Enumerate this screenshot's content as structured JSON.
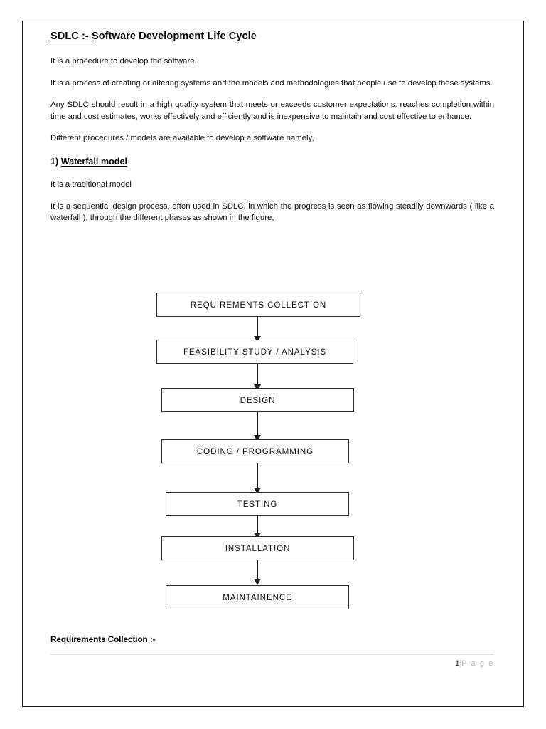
{
  "document": {
    "title_underlined": "SDLC :- ",
    "title_rest": "Software Development Life Cycle",
    "paragraphs": [
      "It is a procedure to develop the software.",
      "It is a process of creating or altering systems and the models and methodologies that people use to develop these systems.",
      "Any SDLC should result in a high quality system that meets or exceeds customer expectations, reaches completion within time and cost estimates, works effectively and efficiently and is inexpensive to maintain and cost effective to enhance.",
      "Different procedures / models are available to develop a software namely,"
    ],
    "subheading": {
      "number": "1) ",
      "underlined": "Waterfall model"
    },
    "paragraphs_after": [
      "It is a traditional model",
      "It is a sequential design process, often used in SDLC, in which the progress is seen as flowing steadily downwards ( like a waterfall ), through the different phases as shown in the figure,"
    ],
    "section_heading": "Requirements Collection :-"
  },
  "flowchart": {
    "type": "flow",
    "direction": "top-to-bottom",
    "steps": [
      {
        "label": "REQUIREMENTS  COLLECTION"
      },
      {
        "label": "FEASIBILITY STUDY / ANALYSIS"
      },
      {
        "label": "DESIGN"
      },
      {
        "label": "CODING / PROGRAMMING"
      },
      {
        "label": "TESTING"
      },
      {
        "label": "INSTALLATION"
      },
      {
        "label": "MAINTAINENCE"
      }
    ]
  },
  "footer": {
    "page_number": "1",
    "separator": "|",
    "page_word": "P a g e"
  },
  "colors": {
    "border": "#1a1a1a",
    "text": "#111111",
    "footer_text": "#b9b9b9",
    "footer_rule": "#dedede"
  }
}
